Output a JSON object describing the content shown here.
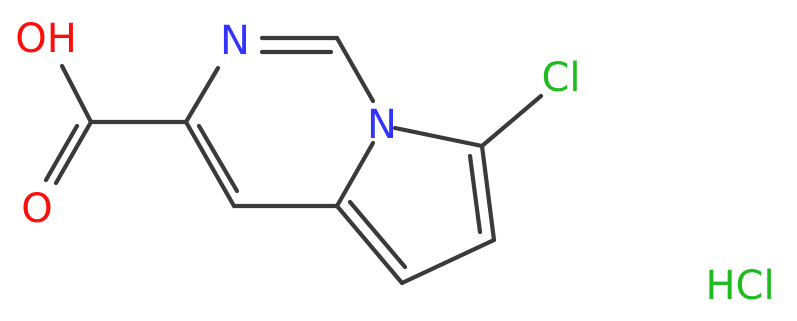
{
  "molecule": {
    "atoms": {
      "hydroxyl": {
        "text": "OH",
        "color": "#ff0d0d"
      },
      "carbonyl_oxygen": {
        "text": "O",
        "color": "#ff0d0d"
      },
      "pyrimidine_nitrogen": {
        "text": "N",
        "color": "#3333ff"
      },
      "bridgehead_nitrogen": {
        "text": "N",
        "color": "#3333ff"
      },
      "chlorine": {
        "text": "Cl",
        "color": "#1fbb1f"
      }
    },
    "salt": {
      "text": "HCl",
      "color": "#1fbb1f"
    },
    "bond_color": "#3a3a3a"
  }
}
